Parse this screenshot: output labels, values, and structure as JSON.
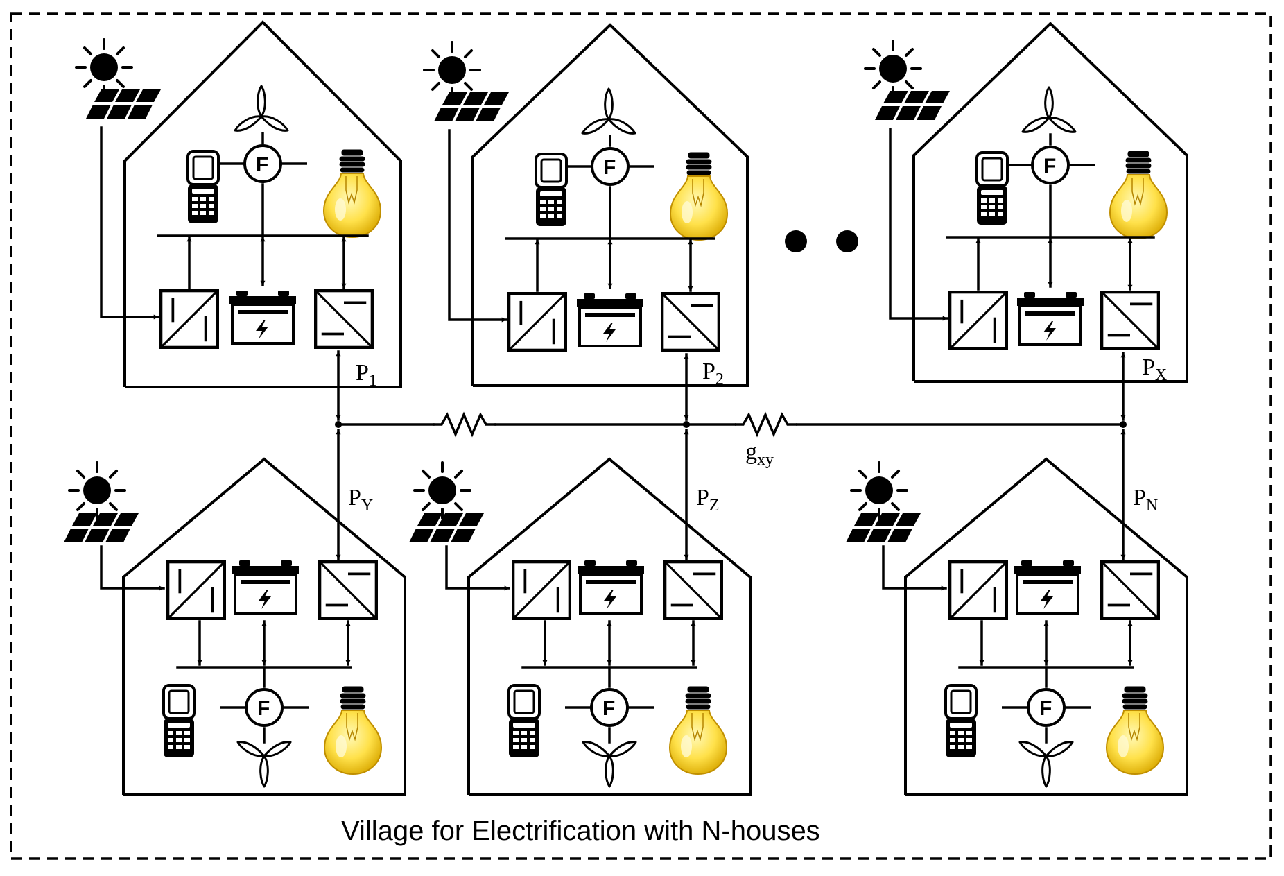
{
  "caption": "Village for Electrification with N-houses",
  "generator_glyph": "F",
  "ellipsis": "● ●",
  "houses": [
    {
      "id": "house-1",
      "row": "top",
      "power": {
        "main": "P",
        "sub": "1"
      }
    },
    {
      "id": "house-2",
      "row": "top",
      "power": {
        "main": "P",
        "sub": "2"
      }
    },
    {
      "id": "house-x",
      "row": "top",
      "power": {
        "main": "P",
        "sub": "X"
      }
    },
    {
      "id": "house-y",
      "row": "bottom",
      "power": {
        "main": "P",
        "sub": "Y"
      }
    },
    {
      "id": "house-z",
      "row": "bottom",
      "power": {
        "main": "P",
        "sub": "Z"
      }
    },
    {
      "id": "house-n",
      "row": "bottom",
      "power": {
        "main": "P",
        "sub": "N"
      }
    }
  ],
  "line_conductance": {
    "main": "g",
    "sub": "xy"
  },
  "icons": [
    "sun-icon",
    "solar-panel-icon",
    "wind-turbine-icon",
    "generator-icon",
    "mobile-phone-icon",
    "light-bulb-icon",
    "dc-dc-converter-icon",
    "battery-icon",
    "inverter-icon",
    "resistor-icon"
  ],
  "colors": {
    "bulb_light": "#fff9b8",
    "bulb_dark": "#d9a800",
    "line": "#000000"
  }
}
